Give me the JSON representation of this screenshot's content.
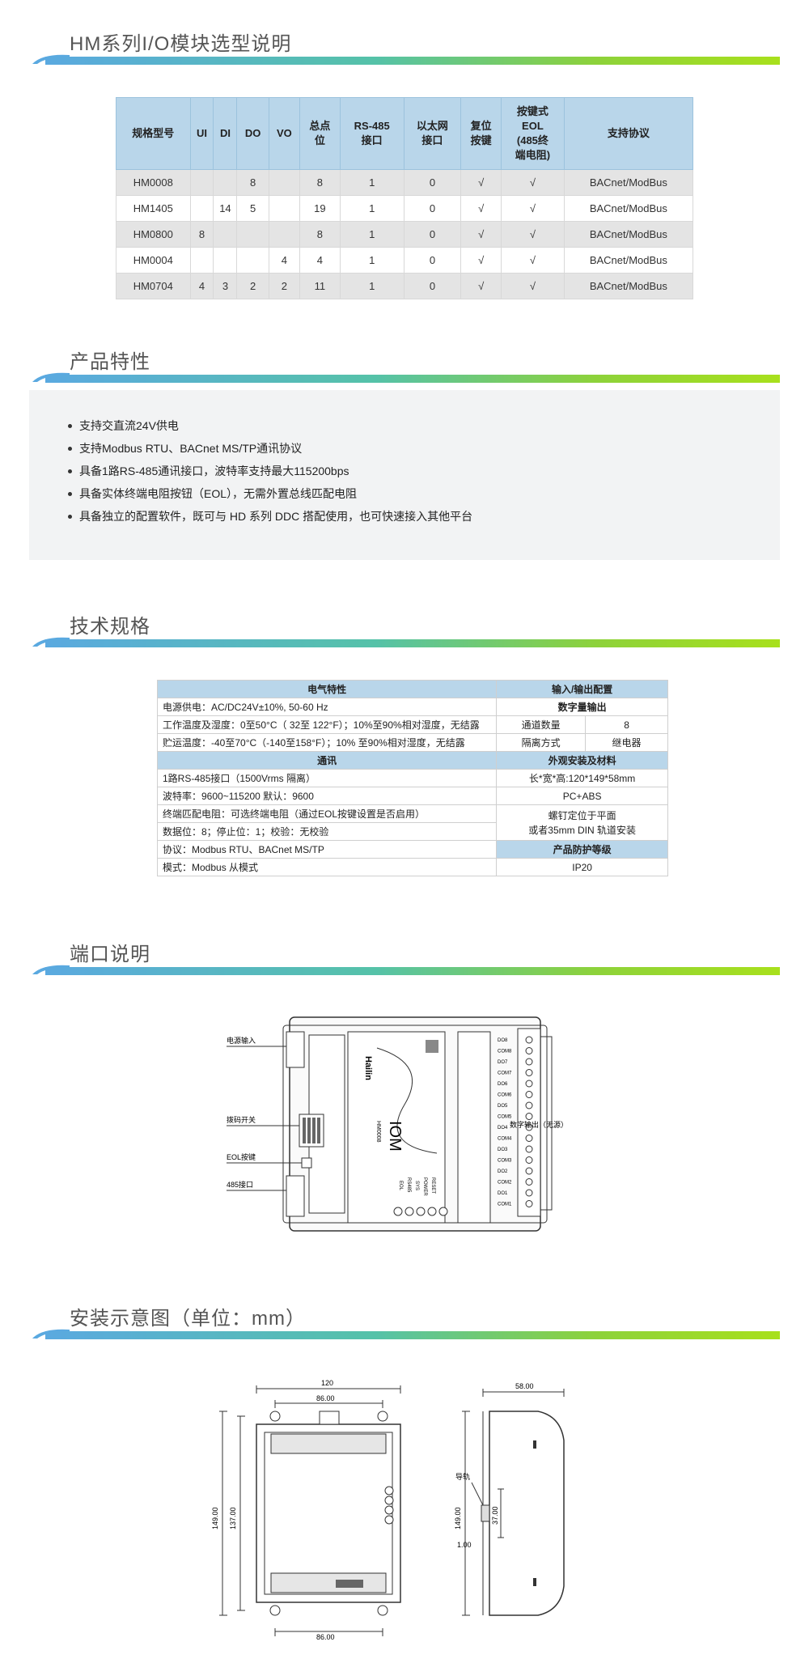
{
  "sections": {
    "selection_title": "HM系列I/O模块选型说明",
    "features_title": "产品特性",
    "specs_title": "技术规格",
    "ports_title": "端口说明",
    "mount_title": "安装示意图（单位：mm）"
  },
  "selection_table": {
    "headers": [
      "规格型号",
      "UI",
      "DI",
      "DO",
      "VO",
      "总点\n位",
      "RS-485\n接口",
      "以太网\n接口",
      "复位\n按键",
      "按键式\nEOL\n(485终\n端电阻)",
      "支持协议"
    ],
    "rows": [
      [
        "HM0008",
        "",
        "",
        "8",
        "",
        "8",
        "1",
        "0",
        "√",
        "√",
        "BACnet/ModBus"
      ],
      [
        "HM1405",
        "",
        "14",
        "5",
        "",
        "19",
        "1",
        "0",
        "√",
        "√",
        "BACnet/ModBus"
      ],
      [
        "HM0800",
        "8",
        "",
        "",
        "",
        "8",
        "1",
        "0",
        "√",
        "√",
        "BACnet/ModBus"
      ],
      [
        "HM0004",
        "",
        "",
        "",
        "4",
        "4",
        "1",
        "0",
        "√",
        "√",
        "BACnet/ModBus"
      ],
      [
        "HM0704",
        "4",
        "3",
        "2",
        "2",
        "11",
        "1",
        "0",
        "√",
        "√",
        "BACnet/ModBus"
      ]
    ]
  },
  "features": [
    "支持交直流24V供电",
    "支持Modbus RTU、BACnet MS/TP通讯协议",
    "具备1路RS-485通讯接口，波特率支持最大115200bps",
    "具备实体终端电阻按钮（EOL），无需外置总线匹配电阻",
    "具备独立的配置软件，既可与 HD 系列 DDC 搭配使用，也可快速接入其他平台"
  ],
  "spec": {
    "electrical_header": "电气特性",
    "io_header": "输入/输出配置",
    "power": "电源供电：AC/DC24V±10%, 50-60 Hz",
    "digital_output_header": "数字量输出",
    "working_temp": "工作温度及湿度：0至50°C（ 32至 122°F）；10%至90%相对湿度，无结露",
    "channel_label": "通道数量",
    "channel_value": "8",
    "storage_temp": "贮运温度：-40至70°C（-140至158°F）；10% 至90%相对湿度，无结露",
    "isolation_label": "隔离方式",
    "isolation_value": "继电器",
    "comm_header": "通讯",
    "appearance_header": "外观安装及材料",
    "rs485": "1路RS-485接口（1500Vrms 隔离）",
    "dimensions": "长*宽*高:120*149*58mm",
    "baud": "波特率：9600~115200   默认：9600",
    "material": "PC+ABS",
    "eol": "终端匹配电阻：可选终端电阻（通过EOL按键设置是否启用）",
    "mounting": "螺钉定位于平面\n或者35mm DIN 轨道安装",
    "databits": "数据位：8；停止位：1；校验：无校验",
    "protocol": "协议：Modbus RTU、BACnet MS/TP",
    "protection_header": "产品防护等级",
    "mode": "模式：Modbus 从模式",
    "ip": "IP20"
  },
  "port_diagram": {
    "labels": {
      "power_in": "电源输入",
      "dip_switch": "拨码开关",
      "eol_button": "EOL按键",
      "rs485_port": "485接口",
      "digital_output": "数字输出（无源）",
      "brand": "Hailin",
      "model_big": "IOM",
      "model_small": "HM0008",
      "reset": "RESET",
      "power": "POWER",
      "sys": "SYS",
      "rs485_led": "RS485",
      "eol_led": "EOL"
    },
    "terminals": [
      "DO8",
      "COM8",
      "DO7",
      "COM7",
      "DO6",
      "COM6",
      "DO5",
      "COM5",
      "DO4",
      "COM4",
      "DO3",
      "COM3",
      "DO2",
      "COM2",
      "DO1",
      "COM1"
    ]
  },
  "mount_diagram": {
    "width_total": "120",
    "hole_spacing_top": "86.00",
    "hole_spacing_bottom": "86.00",
    "height_total": "149.00",
    "height_inner": "137.00",
    "depth": "58.00",
    "side_height": "149.00",
    "rail_height": "37.00",
    "rail_offset": "1.00",
    "rail_label": "导轨"
  }
}
